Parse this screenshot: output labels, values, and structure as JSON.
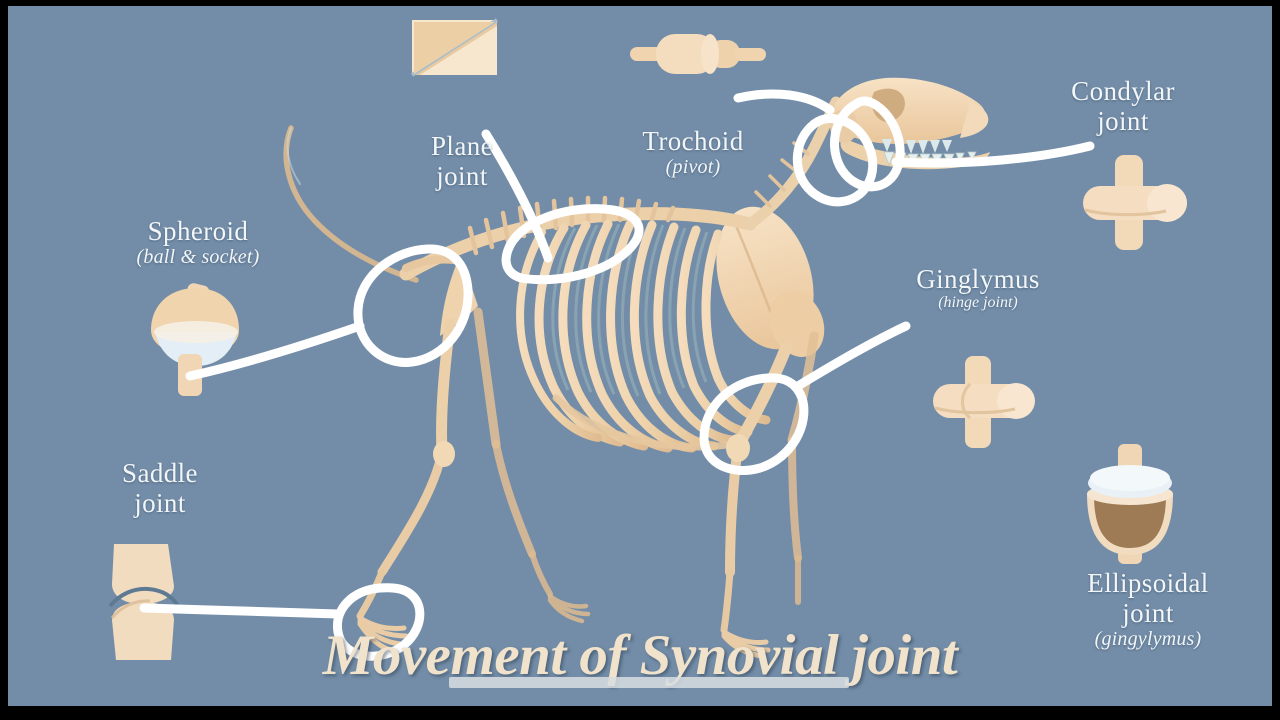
{
  "slide": {
    "title": "Movement of Synovial joint",
    "background_color": "#738da8",
    "bone_color": "#efcfa6",
    "bone_light_color": "#f7e4c9",
    "annotation_color": "#ffffff",
    "label_color": "#f2f6f9",
    "title_color": "#f0e2cb",
    "letterbox_color": "#000000"
  },
  "labels": {
    "spheroid": {
      "main": "Spheroid",
      "sub": "(ball & socket)"
    },
    "plane": {
      "main": "Plane",
      "main2": "joint"
    },
    "trochoid": {
      "main": "Trochoid",
      "sub": "(pivot)"
    },
    "condylar": {
      "main": "Condylar",
      "main2": "joint"
    },
    "ginglymus": {
      "main": "Ginglymus",
      "sub": "(hinge joint)"
    },
    "saddle": {
      "main": "Saddle",
      "main2": "joint"
    },
    "ellipsoidal": {
      "main": "Ellipsoidal",
      "main2": "joint",
      "sub": "(gingylymus)"
    }
  },
  "icons": {
    "plane_joint": "plane-joint-icon",
    "trochoid_joint": "trochoid-pivot-joint-icon",
    "condylar_joint": "condylar-joint-icon",
    "ginglymus_joint": "ginglymus-hinge-joint-icon",
    "ellipsoidal_joint": "ellipsoidal-joint-icon",
    "saddle_joint": "saddle-joint-icon",
    "spheroid_joint": "spheroid-ball-and-socket-icon"
  },
  "illustration": {
    "subject": "dog-skeleton",
    "parts": [
      "skull",
      "teeth",
      "cervical-spine",
      "thoracic-spine",
      "rib-cage",
      "scapula",
      "pelvis",
      "tail",
      "front-limb",
      "hind-limb",
      "paw"
    ]
  },
  "annotations": {
    "count": 6,
    "items": [
      {
        "name": "annotation-circle-shoulder",
        "target": "shoulder-joint"
      },
      {
        "name": "annotation-circle-spine",
        "target": "vertebral-plane-joint"
      },
      {
        "name": "annotation-circle-atlas-axis",
        "target": "atlas-axis-pivot"
      },
      {
        "name": "annotation-circle-jaw",
        "target": "temporomandibular-joint"
      },
      {
        "name": "annotation-circle-stifle",
        "target": "stifle-hinge-joint"
      },
      {
        "name": "annotation-circle-paw",
        "target": "paw-joint"
      }
    ]
  },
  "player": {
    "progress_bar": "video-progress-bar"
  }
}
